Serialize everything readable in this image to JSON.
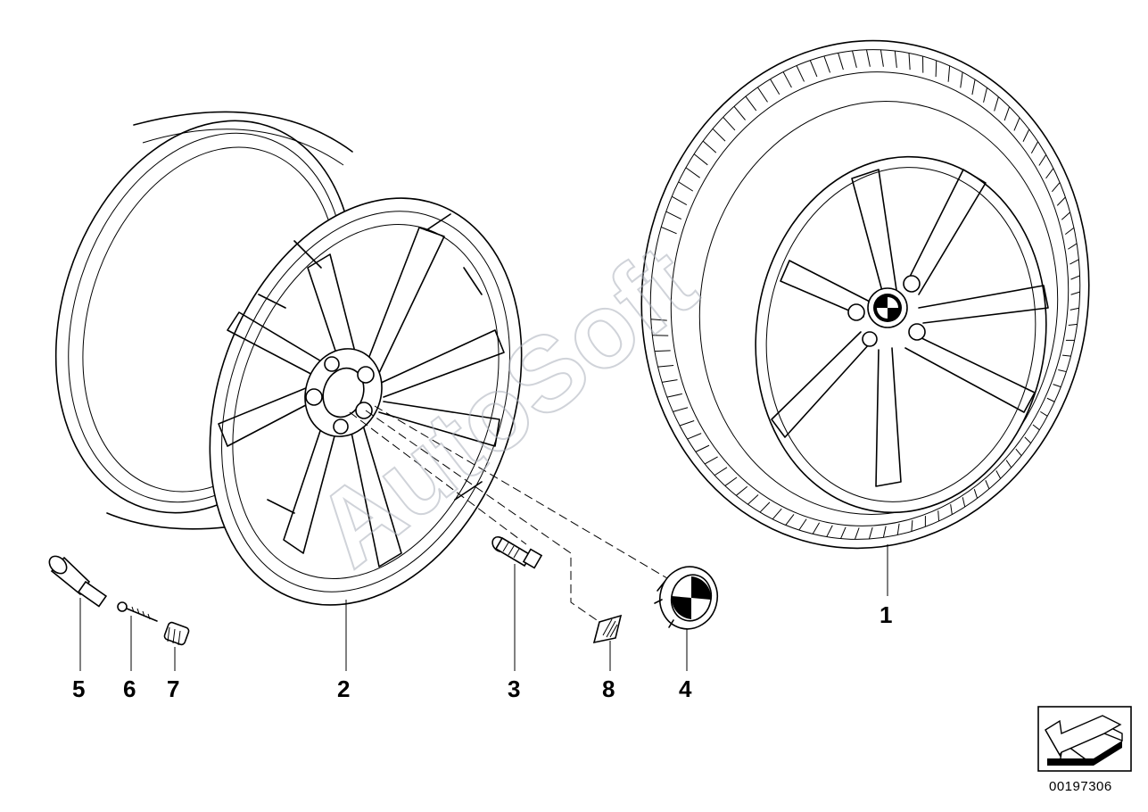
{
  "diagram": {
    "callouts": [
      {
        "id": "1",
        "label": "1"
      },
      {
        "id": "2",
        "label": "2"
      },
      {
        "id": "3",
        "label": "3"
      },
      {
        "id": "4",
        "label": "4"
      },
      {
        "id": "5",
        "label": "5"
      },
      {
        "id": "6",
        "label": "6"
      },
      {
        "id": "7",
        "label": "7"
      },
      {
        "id": "8",
        "label": "8"
      }
    ],
    "reference_number": "00197306",
    "watermark": "AutoSoft"
  }
}
